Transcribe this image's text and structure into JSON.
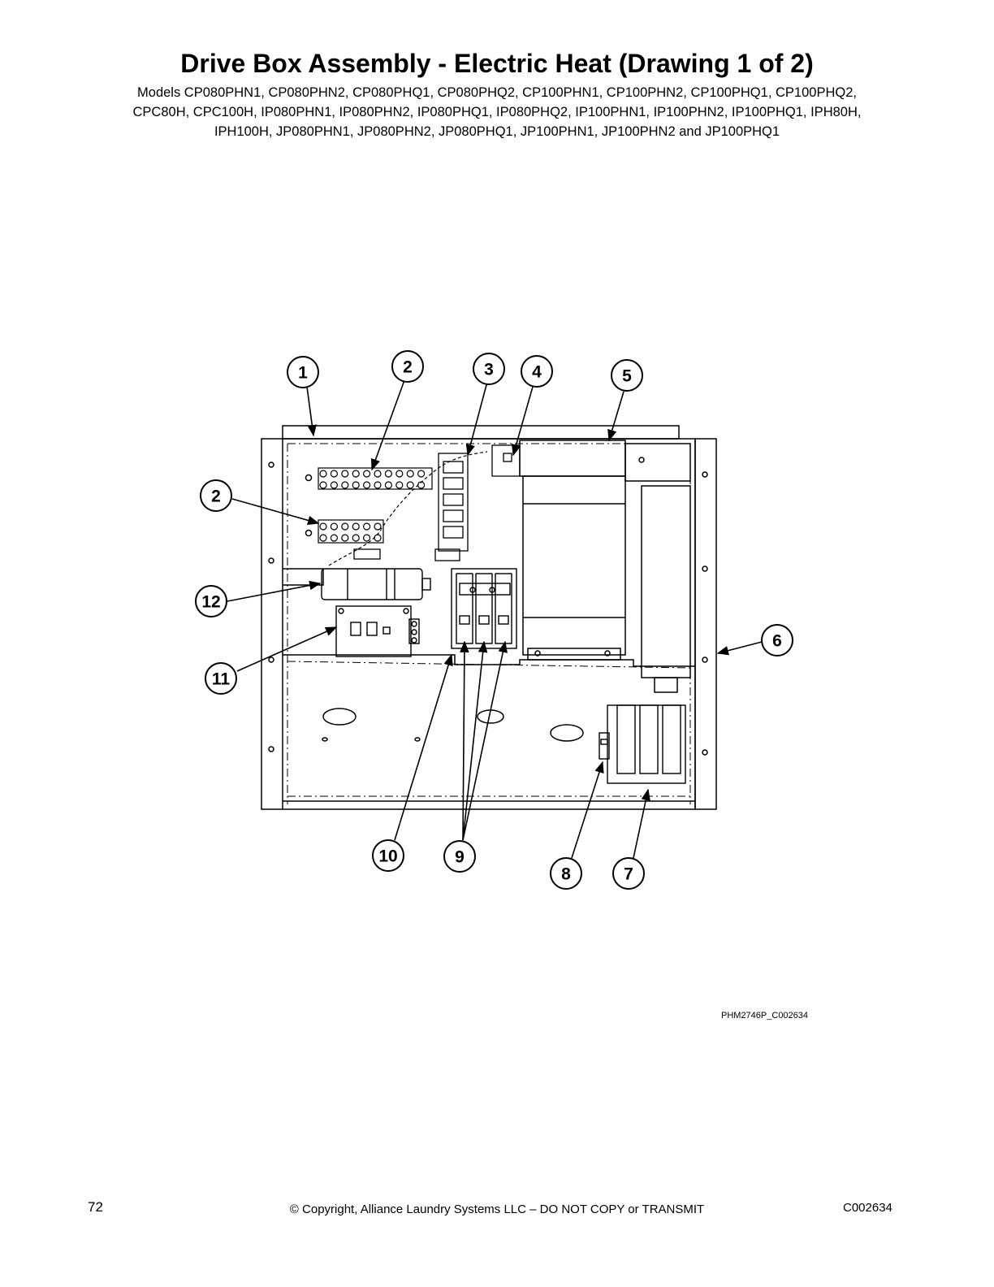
{
  "header": {
    "title": "Drive Box Assembly - Electric Heat (Drawing 1 of 2)",
    "models_lines": [
      "Models CP080PHN1, CP080PHN2, CP080PHQ1, CP080PHQ2, CP100PHN1, CP100PHN2, CP100PHQ1, CP100PHQ2,",
      "CPC80H, CPC100H, IP080PHN1, IP080PHN2, IP080PHQ1, IP080PHQ2, IP100PHN1, IP100PHN2, IP100PHQ1, IPH80H,",
      "IPH100H, JP080PHN1, JP080PHN2, JP080PHQ1, JP100PHN1, JP100PHN2 and JP100PHQ1"
    ]
  },
  "drawing": {
    "drawing_id": "PHM2746P_C002634",
    "callouts": [
      "1",
      "2",
      "3",
      "4",
      "5",
      "2",
      "12",
      "6",
      "11",
      "10",
      "9",
      "8",
      "7"
    ]
  },
  "footer": {
    "page_number": "72",
    "copyright": "© Copyright, Alliance Laundry Systems LLC – DO NOT COPY or TRANSMIT",
    "doc_code": "C002634"
  }
}
